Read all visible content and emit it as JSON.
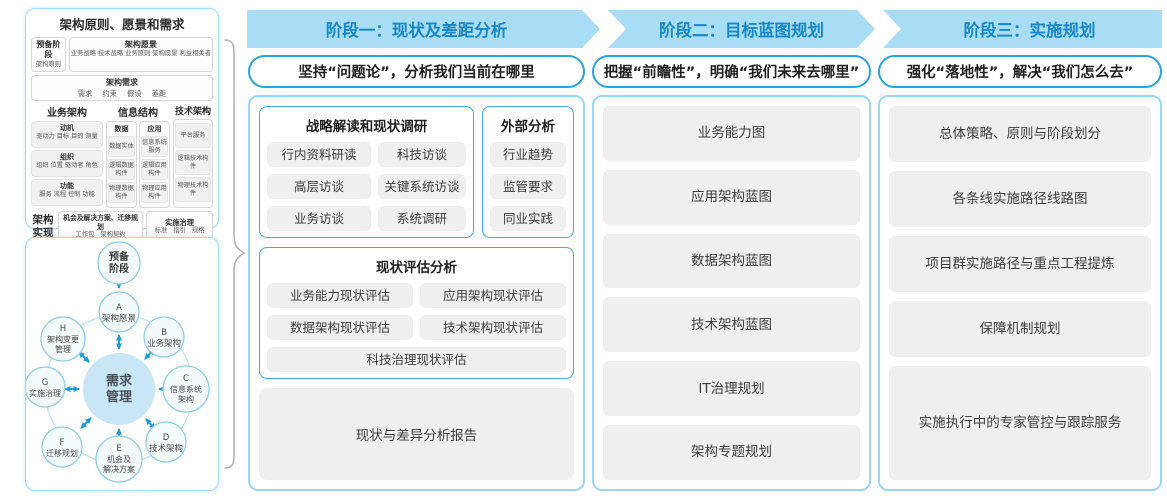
{
  "colors": {
    "band_bg": "#a9ddf6",
    "band_text": "#1787c8",
    "subtitle_border": "#2aa3dc",
    "panel_border": "#a5dcf5",
    "inner_border": "#3fadde",
    "item_bg": "#efefef",
    "arrow_blue": "#1e9cd7"
  },
  "left_panel": {
    "title": "架构原则、愿景和需求",
    "prelim": {
      "line1": "预备阶段",
      "line2": "架构原则"
    },
    "vision": {
      "title": "架构愿景",
      "detail": "业务战略 技术战略 业务原则 架构愿景 利益相关者"
    },
    "requirements": {
      "title": "架构需求",
      "detail": "需求 约束 假设 差距"
    },
    "business": {
      "title": "业务架构",
      "groups": [
        {
          "name": "动机",
          "detail": "驱动力 目标 目的 测量"
        },
        {
          "name": "组织",
          "detail": "组织 位置 驱动者 角色"
        },
        {
          "name": "功能",
          "detail": "服务 流程 控制 功能"
        }
      ]
    },
    "information": {
      "title": "信息结构",
      "data_col": {
        "name": "数据",
        "items": [
          "数据实体",
          "逻辑数据构件",
          "物理数据构件"
        ]
      },
      "app_col": {
        "name": "应用",
        "items": [
          "信息系统服务",
          "逻辑应用构件",
          "物理应用构件"
        ]
      }
    },
    "technology": {
      "title": "技术架构",
      "items": [
        "平台服务",
        "逻辑技术构件",
        "物理技术构件"
      ]
    },
    "realization": {
      "label": "架构实现",
      "box1": {
        "title": "机会及解决方案、迁移规划",
        "detail": "工作包 架构契约"
      },
      "box2": {
        "title": "实施治理",
        "detail": "标准 指引 规格"
      }
    }
  },
  "adm": {
    "prelim": {
      "lines": [
        "预备",
        "阶段"
      ]
    },
    "center": {
      "lines": [
        "需求",
        "管理"
      ]
    },
    "circles": [
      {
        "letter": "A",
        "lines": [
          "架构愿景"
        ]
      },
      {
        "letter": "B",
        "lines": [
          "业务架构"
        ]
      },
      {
        "letter": "C",
        "lines": [
          "信息系统",
          "架构"
        ]
      },
      {
        "letter": "D",
        "lines": [
          "技术架构"
        ]
      },
      {
        "letter": "E",
        "lines": [
          "机会及",
          "解决方案"
        ]
      },
      {
        "letter": "F",
        "lines": [
          "迁移规划"
        ]
      },
      {
        "letter": "G",
        "lines": [
          "实施治理"
        ]
      },
      {
        "letter": "H",
        "lines": [
          "架构变更",
          "管理"
        ]
      }
    ]
  },
  "phase1": {
    "band": "阶段一：现状及差距分析",
    "subtitle": "坚持“问题论”，分析我们当前在哪里",
    "strategy": {
      "title": "战略解读和现状调研",
      "items": [
        "行内资料研读",
        "科技访谈",
        "高层访谈",
        "关键系统访谈",
        "业务访谈",
        "系统调研"
      ]
    },
    "external": {
      "title": "外部分析",
      "items": [
        "行业趋势",
        "监管要求",
        "同业实践"
      ]
    },
    "assessment": {
      "title": "现状评估分析",
      "items": [
        "业务能力现状评估",
        "应用架构现状评估",
        "数据架构现状评估",
        "技术架构现状评估",
        "科技治理现状评估"
      ]
    },
    "report": "现状与差异分析报告"
  },
  "phase2": {
    "band": "阶段二：目标蓝图规划",
    "subtitle": "把握“前瞻性”，明确“我们未来去哪里”",
    "items": [
      "业务能力图",
      "应用架构蓝图",
      "数据架构蓝图",
      "技术架构蓝图",
      "IT治理规划",
      "架构专题规划"
    ]
  },
  "phase3": {
    "band": "阶段三：实施规划",
    "subtitle": "强化“落地性”，解决“我们怎么去”",
    "items": [
      "总体策略、原则与阶段划分",
      "各条线实施路径线路图",
      "项目群实施路径与重点工程提炼",
      "保障机制规划",
      "实施执行中的专家管控与跟踪服务"
    ]
  }
}
